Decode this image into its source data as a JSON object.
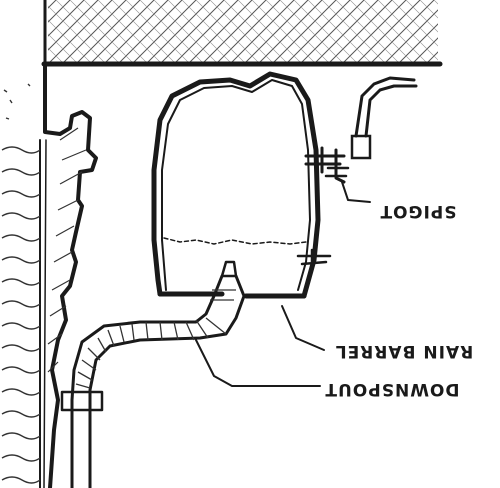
{
  "labels": {
    "spigot": "SPIGOT",
    "rain_barrel": "RAIN BARREL",
    "downspout": "DOWNSPOUT"
  },
  "colors": {
    "ink": "#1a1a1a",
    "paper": "#ffffff"
  }
}
